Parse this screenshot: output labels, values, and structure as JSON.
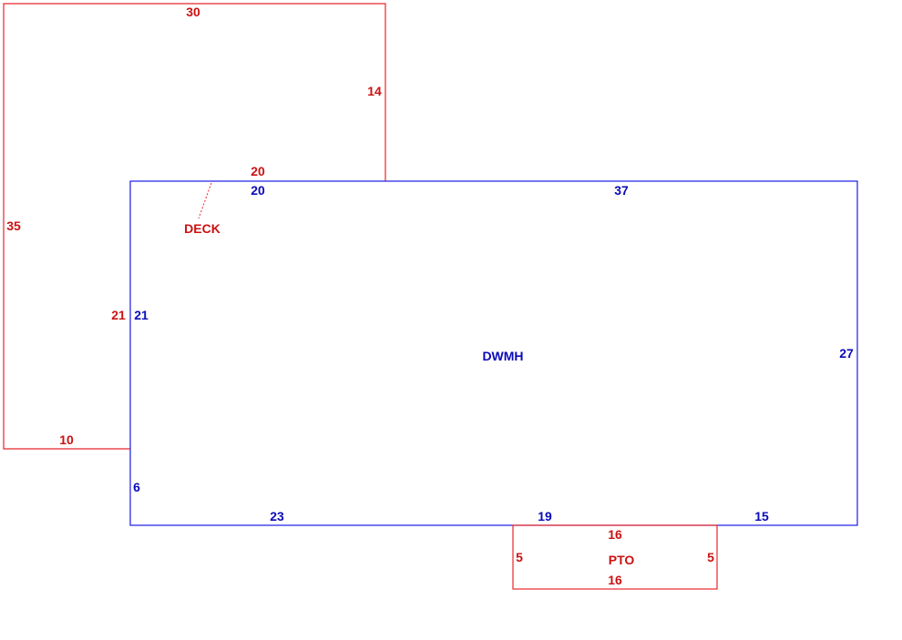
{
  "colors": {
    "deck": "#e8262a",
    "dwmh": "#1a1ae6",
    "deck_text": "#cc1111",
    "dwmh_text": "#0a0ab8"
  },
  "deck": {
    "name": "DECK",
    "dims": {
      "top": "30",
      "right_upper": "14",
      "step": "20",
      "left": "35",
      "inner": "21",
      "bottom": "10"
    }
  },
  "dwmh": {
    "name": "DWMH",
    "dims": {
      "top_left": "20",
      "top": "37",
      "left": "21",
      "right": "27",
      "left_lower": "6",
      "bottom_left": "23",
      "bottom_mid": "19",
      "bottom_right": "15"
    }
  },
  "pto": {
    "name": "PTO",
    "dims": {
      "top": "16",
      "bottom": "16",
      "left": "5",
      "right": "5"
    }
  }
}
